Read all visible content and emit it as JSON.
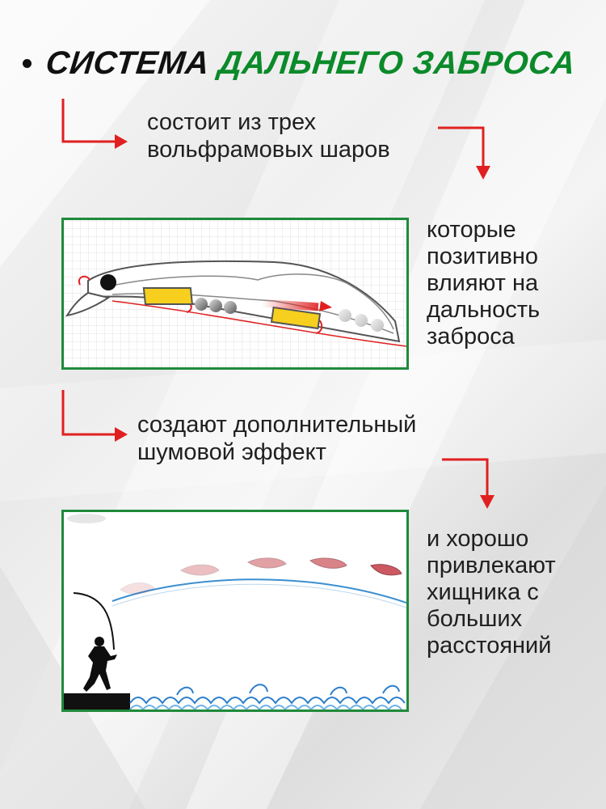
{
  "headline": {
    "word1": "СИСТЕМА",
    "word2": "ДАЛЬНЕГО ЗАБРОСА"
  },
  "texts": {
    "t1_line1": "состоит из трех",
    "t1_line2": "вольфрамовых шаров",
    "t2_line1": "которые",
    "t2_line2": "позитивно",
    "t2_line3": "влияют на",
    "t2_line4": "дальность",
    "t2_line5": "заброса",
    "t3_line1": "создают дополнительный",
    "t3_line2": "шумовой эффект",
    "t4_line1": "и хорошо",
    "t4_line2": "привлекают",
    "t4_line3": "хищника с",
    "t4_line4": "больших",
    "t4_line5": "расстояний"
  },
  "colors": {
    "accent_green": "#0b8a2a",
    "frame_green": "#1f8a3b",
    "arrow_red": "#e02020"
  },
  "icons": {
    "bullet": "bullet-dot-icon",
    "arrow": "elbow-arrow-icon"
  }
}
